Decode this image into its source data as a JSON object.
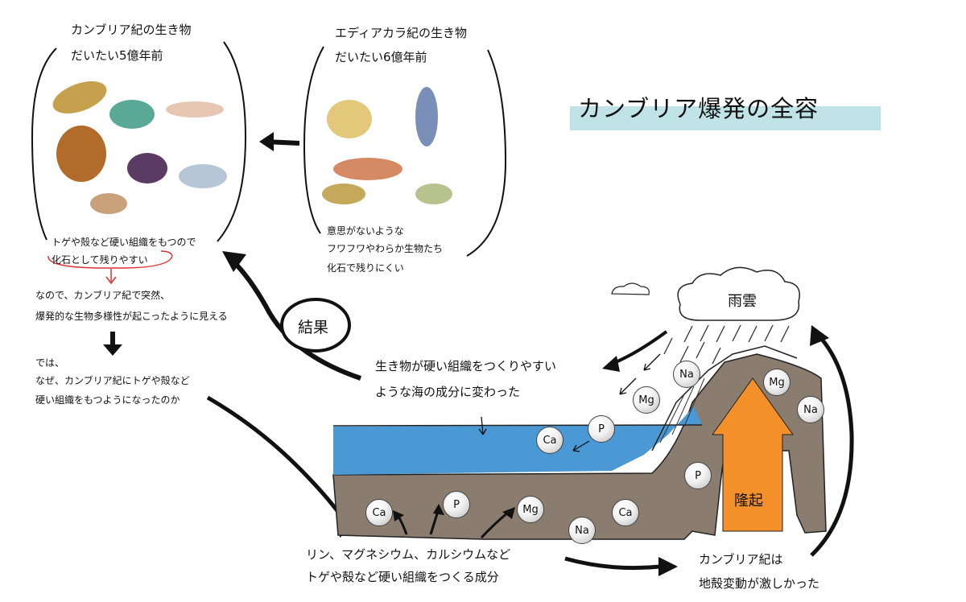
{
  "title": "カンブリア爆発の全容",
  "cambrian": {
    "heading1": "カンブリア紀の生き物",
    "heading2": "だいたい5億年前",
    "note1": "トゲや殻など硬い組織をもつので",
    "note2": "化石として残りやすい"
  },
  "ediacaran": {
    "heading1": "エディアカラ紀の生き物",
    "heading2": "だいたい6億年前",
    "note1": "意思がないような",
    "note2": "フワフワやわらか生物たち",
    "note3": "化石で残りにくい"
  },
  "explanation": {
    "line1": "なので、カンブリア紀で突然、",
    "line2": "爆発的な生物多様性が起こったように見える",
    "q1": "では、",
    "q2": "なぜ、カンブリア紀にトゲや殻など",
    "q3": "硬い組織をもつようになったのか"
  },
  "result_label": "結果",
  "sea_text": {
    "line1": "生き物が硬い組織をつくりやすい",
    "line2": "ような海の成分に変わった"
  },
  "elements_text": {
    "line1": "リン、マグネシウム、カルシウムなど",
    "line2": "トゲや殻など硬い組織をつくる成分"
  },
  "crust_text": {
    "line1": "カンブリア紀は",
    "line2": "地殻変動が激しかった"
  },
  "rain_cloud_label": "雨雲",
  "uplift_label": "隆起",
  "balls": {
    "na_rain": "Na",
    "mg_rain": "Mg",
    "p_sea": "P",
    "ca_sea": "Ca",
    "mg_mtn": "Mg",
    "na_mtn": "Na",
    "p_mtn": "P",
    "ca_floor": "Ca",
    "p_floor": "P",
    "mg_floor": "Mg",
    "na_floor": "Na",
    "ca_floor2": "Ca"
  },
  "colors": {
    "sea": "#4a98d4",
    "ground": "#8a7c6e",
    "uplift_arrow": "#f3902a",
    "title_highlight": "#bfe3e6",
    "underline_red": "#e03030"
  }
}
